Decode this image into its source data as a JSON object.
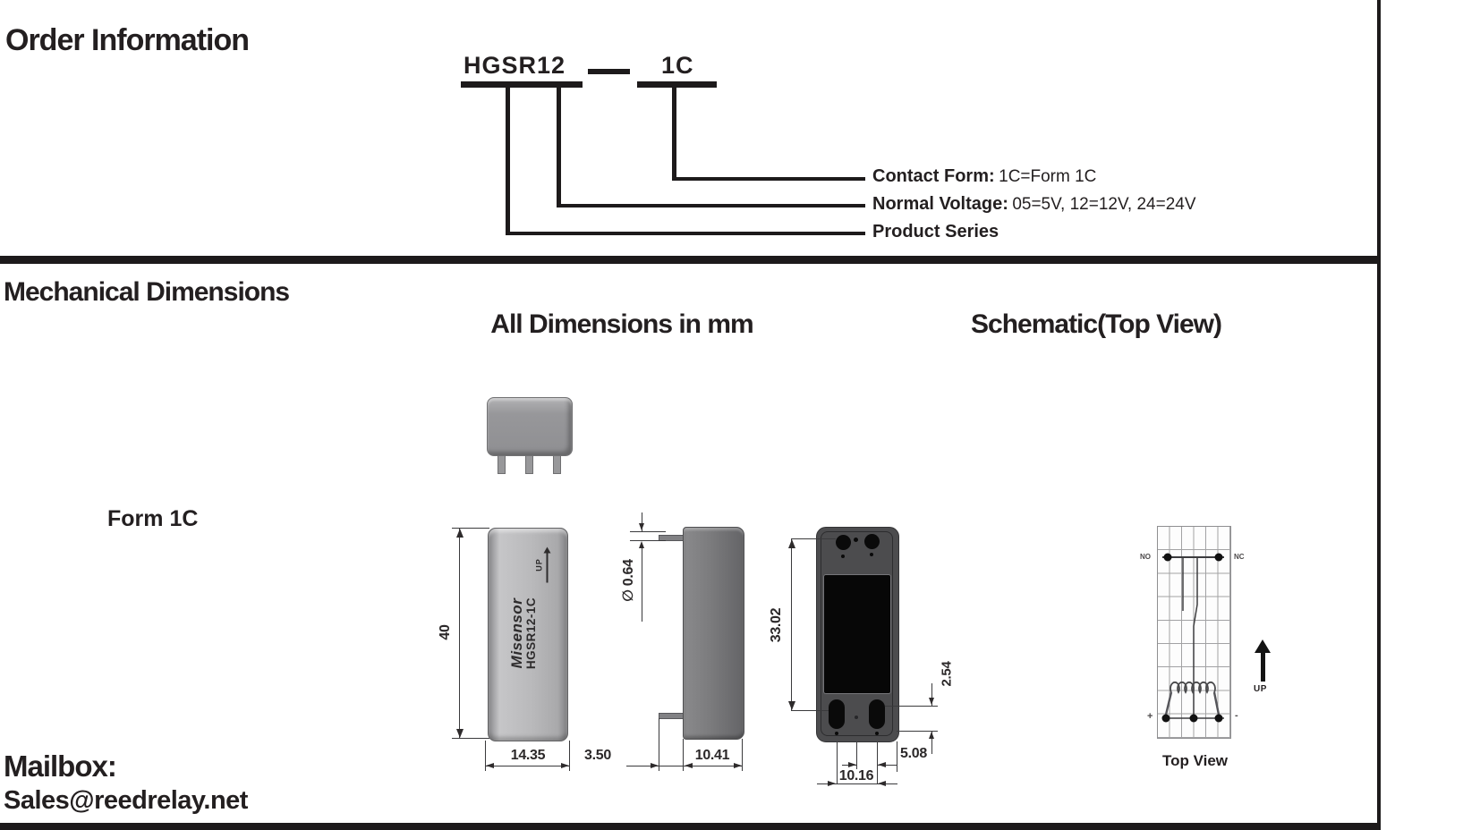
{
  "header": {
    "order_title": "Order Information",
    "mech_title": "Mechanical Dimensions",
    "dims_subtitle": "All Dimensions in mm",
    "schematic_subtitle": "Schematic(Top View)"
  },
  "order_diagram": {
    "series": "HGSR12",
    "suffix": "1C",
    "legend": {
      "contact_form_label": "Contact Form:",
      "contact_form_value": "1C=Form 1C",
      "voltage_label": "Normal Voltage:",
      "voltage_value": "05=5V, 12=12V, 24=24V",
      "series_label": "Product Series"
    }
  },
  "mechanical": {
    "form_label": "Form 1C",
    "front_view": {
      "brand": "Misensor",
      "model": "HGSR12-1C",
      "up_label": "UP"
    },
    "dimensions": {
      "body_length": "40",
      "body_width": "14.35",
      "pin_offset": "3.50",
      "body_depth": "10.41",
      "pin_diameter": "∅ 0.64",
      "pin_row_span": "33.02",
      "pin_pitch_row": "2.54",
      "pin_pitch_half": "5.08",
      "pin_pitch": "10.16"
    }
  },
  "schematic": {
    "terminal_no": "NO",
    "terminal_nc": "NC",
    "terminal_plus": "+",
    "terminal_minus": "-",
    "up_label": "UP",
    "caption": "Top View"
  },
  "footer": {
    "mailbox_label": "Mailbox:",
    "email": "Sales@reedrelay.net"
  }
}
